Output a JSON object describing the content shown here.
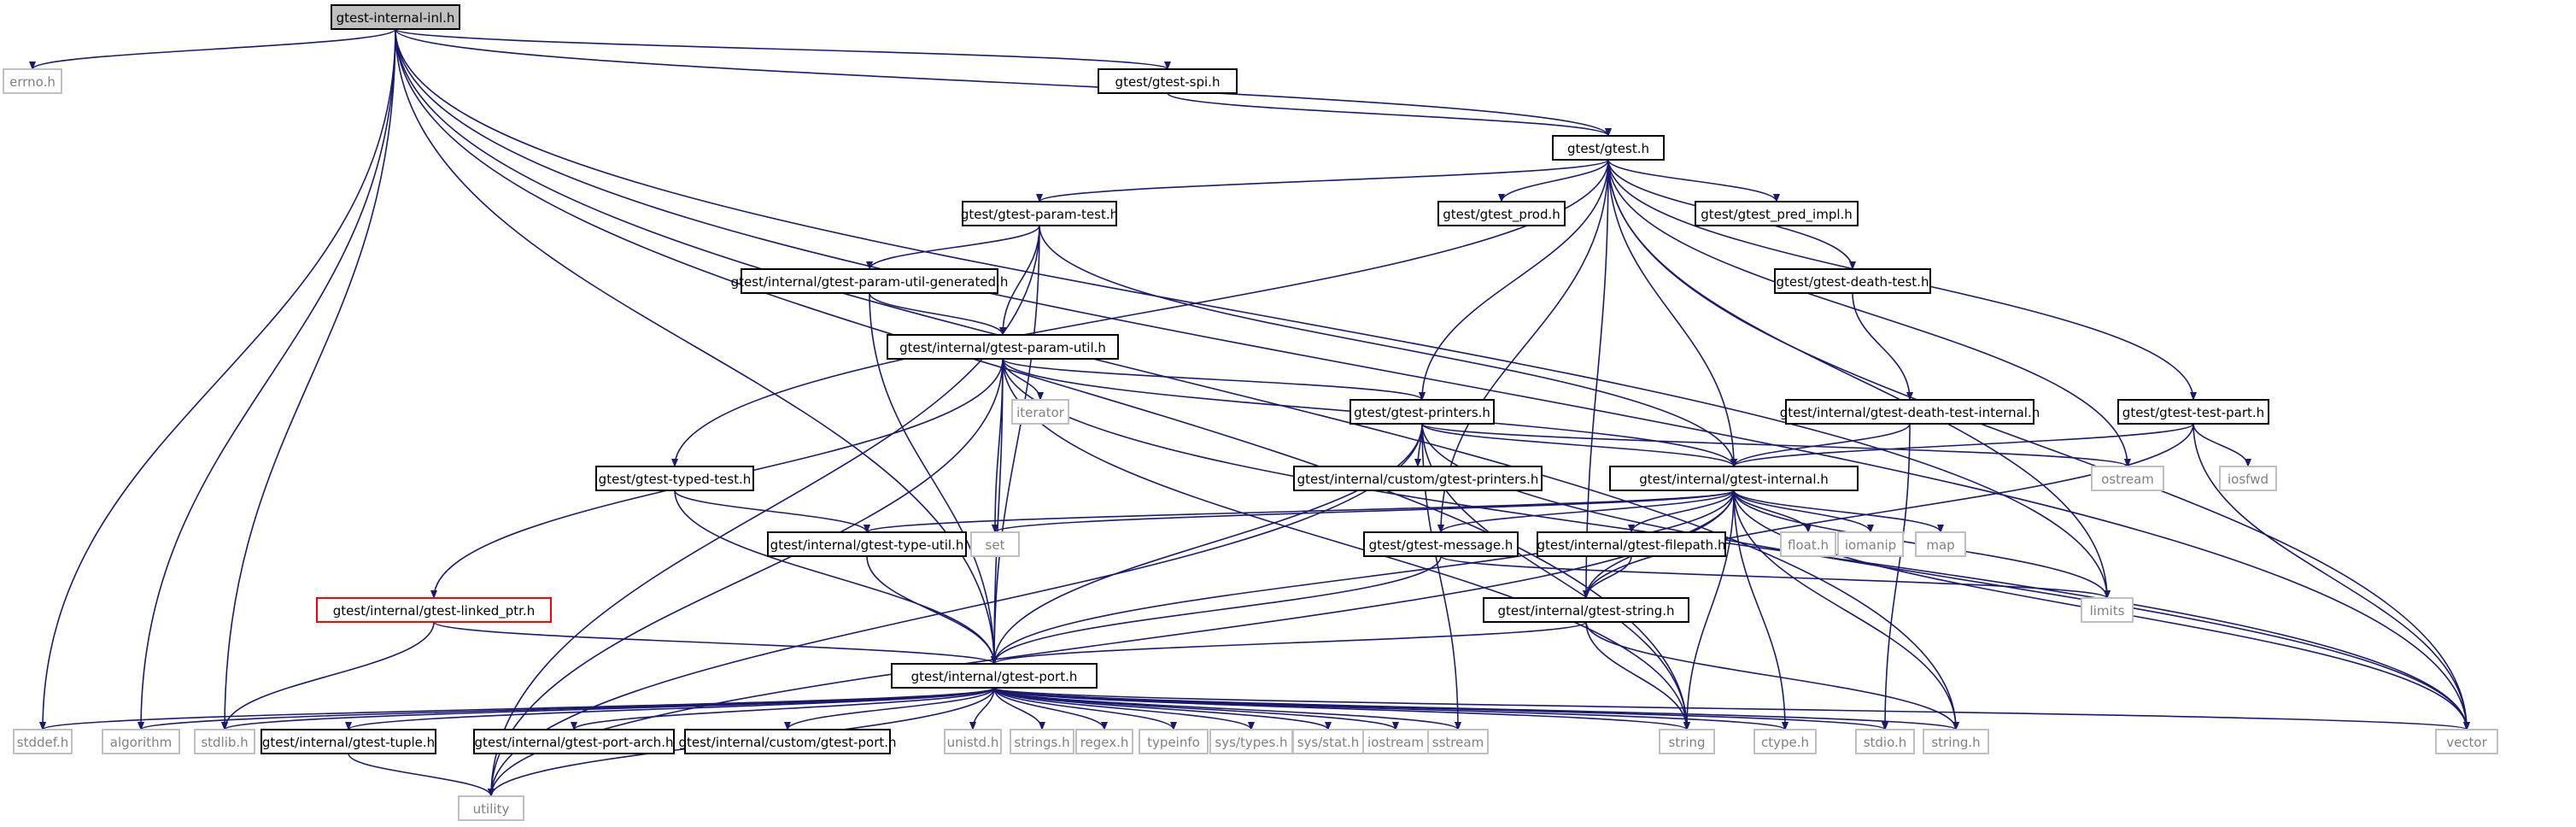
{
  "colors": {
    "edge": "#191970",
    "box_border": "#000000",
    "box_fill": "#ffffff",
    "system_border": "#bfbfbf",
    "system_text": "#808080",
    "root_fill": "#bfbfbf",
    "broken_border": "#ff0000"
  },
  "nodes": [
    {
      "id": "inl",
      "label": "gtest-internal-inl.h",
      "style": "root"
    },
    {
      "id": "errno",
      "label": "errno.h",
      "style": "system"
    },
    {
      "id": "spi",
      "label": "gtest/gtest-spi.h",
      "style": "header"
    },
    {
      "id": "gtest",
      "label": "gtest/gtest.h",
      "style": "header"
    },
    {
      "id": "paramtest",
      "label": "gtest/gtest-param-test.h",
      "style": "header"
    },
    {
      "id": "prod",
      "label": "gtest/gtest_prod.h",
      "style": "header"
    },
    {
      "id": "predimpl",
      "label": "gtest/gtest_pred_impl.h",
      "style": "header"
    },
    {
      "id": "deathtest",
      "label": "gtest/gtest-death-test.h",
      "style": "header"
    },
    {
      "id": "putilgen",
      "label": "gtest/internal/gtest-param-util-generated.h",
      "style": "header"
    },
    {
      "id": "putil",
      "label": "gtest/internal/gtest-param-util.h",
      "style": "header"
    },
    {
      "id": "iterator",
      "label": "iterator",
      "style": "system"
    },
    {
      "id": "printers",
      "label": "gtest/gtest-printers.h",
      "style": "header"
    },
    {
      "id": "dtinternal",
      "label": "gtest/internal/gtest-death-test-internal.h",
      "style": "header"
    },
    {
      "id": "testpart",
      "label": "gtest/gtest-test-part.h",
      "style": "header"
    },
    {
      "id": "customprinters",
      "label": "gtest/internal/custom/gtest-printers.h",
      "style": "header"
    },
    {
      "id": "internal",
      "label": "gtest/internal/gtest-internal.h",
      "style": "header"
    },
    {
      "id": "ostream",
      "label": "ostream",
      "style": "system"
    },
    {
      "id": "iosfwd",
      "label": "iosfwd",
      "style": "system"
    },
    {
      "id": "typedtest",
      "label": "gtest/gtest-typed-test.h",
      "style": "header"
    },
    {
      "id": "set",
      "label": "set",
      "style": "system"
    },
    {
      "id": "typeutil",
      "label": "gtest/internal/gtest-type-util.h",
      "style": "header"
    },
    {
      "id": "message",
      "label": "gtest/gtest-message.h",
      "style": "header"
    },
    {
      "id": "filepath",
      "label": "gtest/internal/gtest-filepath.h",
      "style": "header"
    },
    {
      "id": "floath",
      "label": "float.h",
      "style": "system"
    },
    {
      "id": "iomanip",
      "label": "iomanip",
      "style": "system"
    },
    {
      "id": "map",
      "label": "map",
      "style": "system"
    },
    {
      "id": "linkedptr",
      "label": "gtest/internal/gtest-linked_ptr.h",
      "style": "broken"
    },
    {
      "id": "gstring",
      "label": "gtest/internal/gtest-string.h",
      "style": "header"
    },
    {
      "id": "limits",
      "label": "limits",
      "style": "system"
    },
    {
      "id": "port",
      "label": "gtest/internal/gtest-port.h",
      "style": "header"
    },
    {
      "id": "stddef",
      "label": "stddef.h",
      "style": "system"
    },
    {
      "id": "algorithm",
      "label": "algorithm",
      "style": "system"
    },
    {
      "id": "stdlib",
      "label": "stdlib.h",
      "style": "system"
    },
    {
      "id": "tuple",
      "label": "gtest/internal/gtest-tuple.h",
      "style": "header"
    },
    {
      "id": "portarch",
      "label": "gtest/internal/gtest-port-arch.h",
      "style": "header"
    },
    {
      "id": "customport",
      "label": "gtest/internal/custom/gtest-port.h",
      "style": "header"
    },
    {
      "id": "unistd",
      "label": "unistd.h",
      "style": "system"
    },
    {
      "id": "strings",
      "label": "strings.h",
      "style": "system"
    },
    {
      "id": "regex",
      "label": "regex.h",
      "style": "system"
    },
    {
      "id": "typeinfo",
      "label": "typeinfo",
      "style": "system"
    },
    {
      "id": "systypes",
      "label": "sys/types.h",
      "style": "system"
    },
    {
      "id": "sysstat",
      "label": "sys/stat.h",
      "style": "system"
    },
    {
      "id": "iostream",
      "label": "iostream",
      "style": "system"
    },
    {
      "id": "sstream",
      "label": "sstream",
      "style": "system"
    },
    {
      "id": "string",
      "label": "string",
      "style": "system"
    },
    {
      "id": "ctype",
      "label": "ctype.h",
      "style": "system"
    },
    {
      "id": "stdio",
      "label": "stdio.h",
      "style": "system"
    },
    {
      "id": "stringh",
      "label": "string.h",
      "style": "system"
    },
    {
      "id": "vector",
      "label": "vector",
      "style": "system"
    },
    {
      "id": "utility",
      "label": "utility",
      "style": "system"
    }
  ],
  "edges": [
    [
      "inl",
      "errno"
    ],
    [
      "inl",
      "spi"
    ],
    [
      "inl",
      "gtest"
    ],
    [
      "inl",
      "stddef"
    ],
    [
      "inl",
      "algorithm"
    ],
    [
      "inl",
      "stdlib"
    ],
    [
      "inl",
      "port"
    ],
    [
      "inl",
      "string"
    ],
    [
      "inl",
      "vector"
    ],
    [
      "inl",
      "limits"
    ],
    [
      "inl",
      "stringh"
    ],
    [
      "spi",
      "gtest"
    ],
    [
      "gtest",
      "paramtest"
    ],
    [
      "gtest",
      "prod"
    ],
    [
      "gtest",
      "predimpl"
    ],
    [
      "gtest",
      "deathtest"
    ],
    [
      "gtest",
      "printers"
    ],
    [
      "gtest",
      "internal"
    ],
    [
      "gtest",
      "message"
    ],
    [
      "gtest",
      "testpart"
    ],
    [
      "gtest",
      "typedtest"
    ],
    [
      "gtest",
      "ostream"
    ],
    [
      "gtest",
      "limits"
    ],
    [
      "gtest",
      "vector"
    ],
    [
      "gtest",
      "gstring"
    ],
    [
      "paramtest",
      "putilgen"
    ],
    [
      "paramtest",
      "putil"
    ],
    [
      "paramtest",
      "internal"
    ],
    [
      "paramtest",
      "port"
    ],
    [
      "paramtest",
      "utility"
    ],
    [
      "putilgen",
      "putil"
    ],
    [
      "putilgen",
      "port"
    ],
    [
      "putil",
      "iterator"
    ],
    [
      "putil",
      "printers"
    ],
    [
      "putil",
      "internal"
    ],
    [
      "putil",
      "linkedptr"
    ],
    [
      "putil",
      "set"
    ],
    [
      "putil",
      "port"
    ],
    [
      "putil",
      "vector"
    ],
    [
      "putil",
      "utility"
    ],
    [
      "putil",
      "string"
    ],
    [
      "deathtest",
      "dtinternal"
    ],
    [
      "dtinternal",
      "internal"
    ],
    [
      "dtinternal",
      "stdio"
    ],
    [
      "testpart",
      "internal"
    ],
    [
      "testpart",
      "iosfwd"
    ],
    [
      "testpart",
      "vector"
    ],
    [
      "testpart",
      "gstring"
    ],
    [
      "printers",
      "customprinters"
    ],
    [
      "printers",
      "internal"
    ],
    [
      "printers",
      "port"
    ],
    [
      "printers",
      "ostream"
    ],
    [
      "printers",
      "sstream"
    ],
    [
      "printers",
      "string"
    ],
    [
      "printers",
      "utility"
    ],
    [
      "printers",
      "vector"
    ],
    [
      "typedtest",
      "typeutil"
    ],
    [
      "typedtest",
      "port"
    ],
    [
      "internal",
      "port"
    ],
    [
      "internal",
      "message"
    ],
    [
      "internal",
      "filepath"
    ],
    [
      "internal",
      "gstring"
    ],
    [
      "internal",
      "typeutil"
    ],
    [
      "internal",
      "set"
    ],
    [
      "internal",
      "floath"
    ],
    [
      "internal",
      "iomanip"
    ],
    [
      "internal",
      "map"
    ],
    [
      "internal",
      "limits"
    ],
    [
      "internal",
      "ctype"
    ],
    [
      "internal",
      "string"
    ],
    [
      "internal",
      "stringh"
    ],
    [
      "internal",
      "vector"
    ],
    [
      "internal",
      "utility"
    ],
    [
      "typeutil",
      "port"
    ],
    [
      "message",
      "port"
    ],
    [
      "message",
      "limits"
    ],
    [
      "filepath",
      "gstring"
    ],
    [
      "linkedptr",
      "port"
    ],
    [
      "linkedptr",
      "stdlib"
    ],
    [
      "gstring",
      "port"
    ],
    [
      "gstring",
      "string"
    ],
    [
      "gstring",
      "stringh"
    ],
    [
      "port",
      "stddef"
    ],
    [
      "port",
      "algorithm"
    ],
    [
      "port",
      "stdlib"
    ],
    [
      "port",
      "tuple"
    ],
    [
      "port",
      "portarch"
    ],
    [
      "port",
      "customport"
    ],
    [
      "port",
      "unistd"
    ],
    [
      "port",
      "strings"
    ],
    [
      "port",
      "regex"
    ],
    [
      "port",
      "typeinfo"
    ],
    [
      "port",
      "systypes"
    ],
    [
      "port",
      "sysstat"
    ],
    [
      "port",
      "iostream"
    ],
    [
      "port",
      "sstream"
    ],
    [
      "port",
      "string"
    ],
    [
      "port",
      "ctype"
    ],
    [
      "port",
      "stdio"
    ],
    [
      "port",
      "stringh"
    ],
    [
      "port",
      "vector"
    ],
    [
      "port",
      "utility"
    ],
    [
      "tuple",
      "utility"
    ]
  ]
}
